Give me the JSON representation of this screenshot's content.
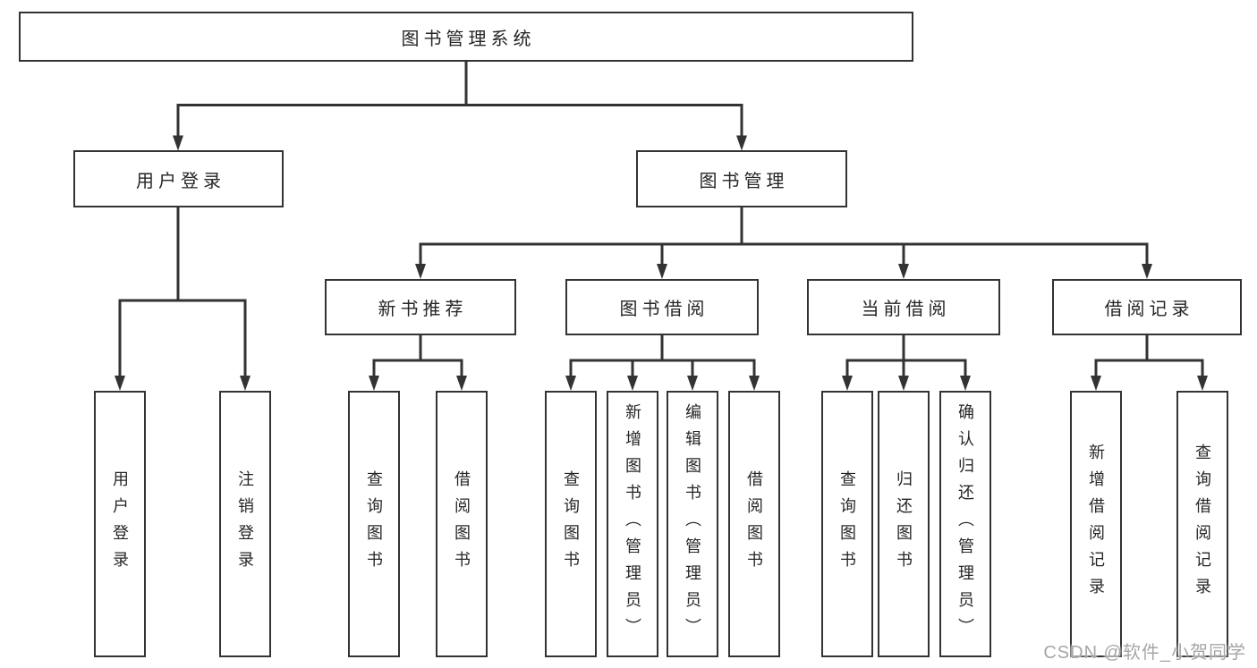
{
  "diagram": {
    "root": {
      "label": "图书管理系统"
    },
    "branches": [
      {
        "label": "用户登录",
        "children": [
          {
            "label": "用户登录"
          },
          {
            "label": "注销登录"
          }
        ]
      },
      {
        "label": "图书管理",
        "children": [
          {
            "label": "新书推荐",
            "children": [
              {
                "label": "查询图书"
              },
              {
                "label": "借阅图书"
              }
            ]
          },
          {
            "label": "图书借阅",
            "children": [
              {
                "label": "查询图书"
              },
              {
                "label": "新增图书（管理员）"
              },
              {
                "label": "编辑图书（管理员）"
              },
              {
                "label": "借阅图书"
              }
            ]
          },
          {
            "label": "当前借阅",
            "children": [
              {
                "label": "查询图书"
              },
              {
                "label": "归还图书"
              },
              {
                "label": "确认归还（管理员）"
              }
            ]
          },
          {
            "label": "借阅记录",
            "children": [
              {
                "label": "新增借阅记录"
              },
              {
                "label": "查询借阅记录"
              }
            ]
          }
        ]
      }
    ]
  },
  "watermark": {
    "text": "CSDN @软件_小贺同学",
    "color": "#a6a6a6"
  },
  "colors": {
    "line": "#333333",
    "box_border": "#333333",
    "text": "#262626",
    "background": "#ffffff"
  }
}
